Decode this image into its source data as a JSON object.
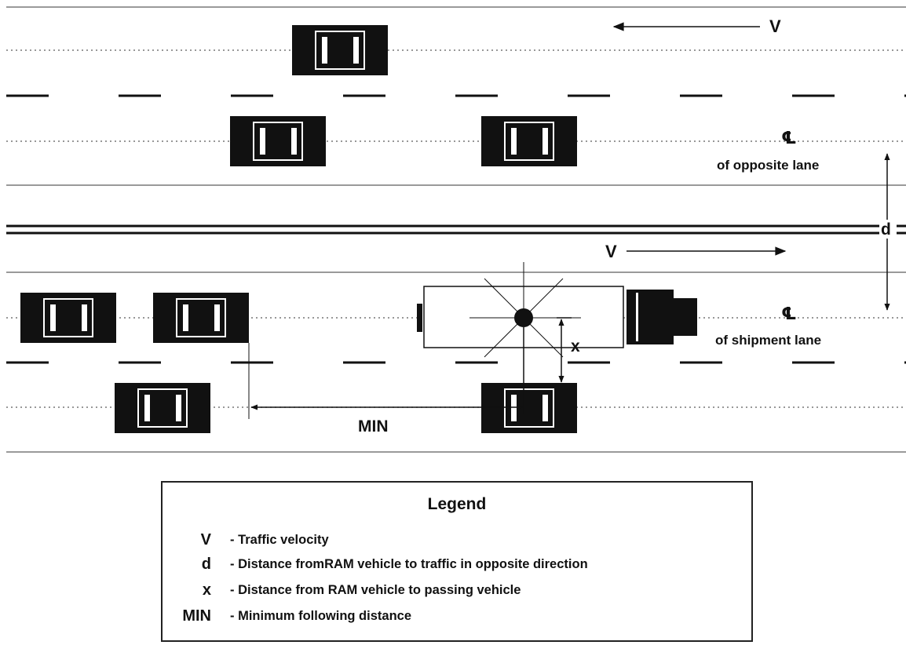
{
  "labels": {
    "v_top": "V",
    "v_middle": "V",
    "cl_symbol": "℄",
    "opposite_lane": "of opposite lane",
    "shipment_lane": "of shipment lane",
    "d": "d",
    "x": "x",
    "min": "MIN"
  },
  "legend": {
    "title": "Legend",
    "items": [
      {
        "symbol": "V",
        "description": "- Traffic velocity"
      },
      {
        "symbol": "d",
        "description": "- Distance fromRAM vehicle to traffic in opposite direction"
      },
      {
        "symbol": "x",
        "description": "- Distance from RAM vehicle to passing vehicle"
      },
      {
        "symbol": "MIN",
        "description": "- Minimum following distance"
      }
    ]
  },
  "colors": {
    "ink": "#111111",
    "road_line": "#9a9a9a",
    "dotted_center": "#777777"
  }
}
